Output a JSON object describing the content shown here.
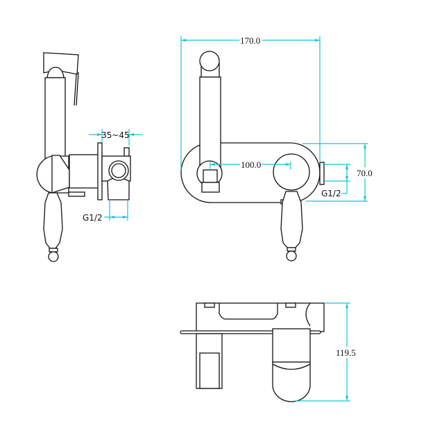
{
  "drawing": {
    "accent_color": "#12c6d6",
    "side_view": {
      "wall_thickness_label": "35~45",
      "inlet_thread_label": "G1/2"
    },
    "front_view": {
      "overall_width_label": "170.0",
      "center_distance_label": "100.0",
      "plate_height_label": "70.0",
      "inlet_thread_label": "G1/2"
    },
    "top_view": {
      "depth_label": "119.5"
    }
  }
}
